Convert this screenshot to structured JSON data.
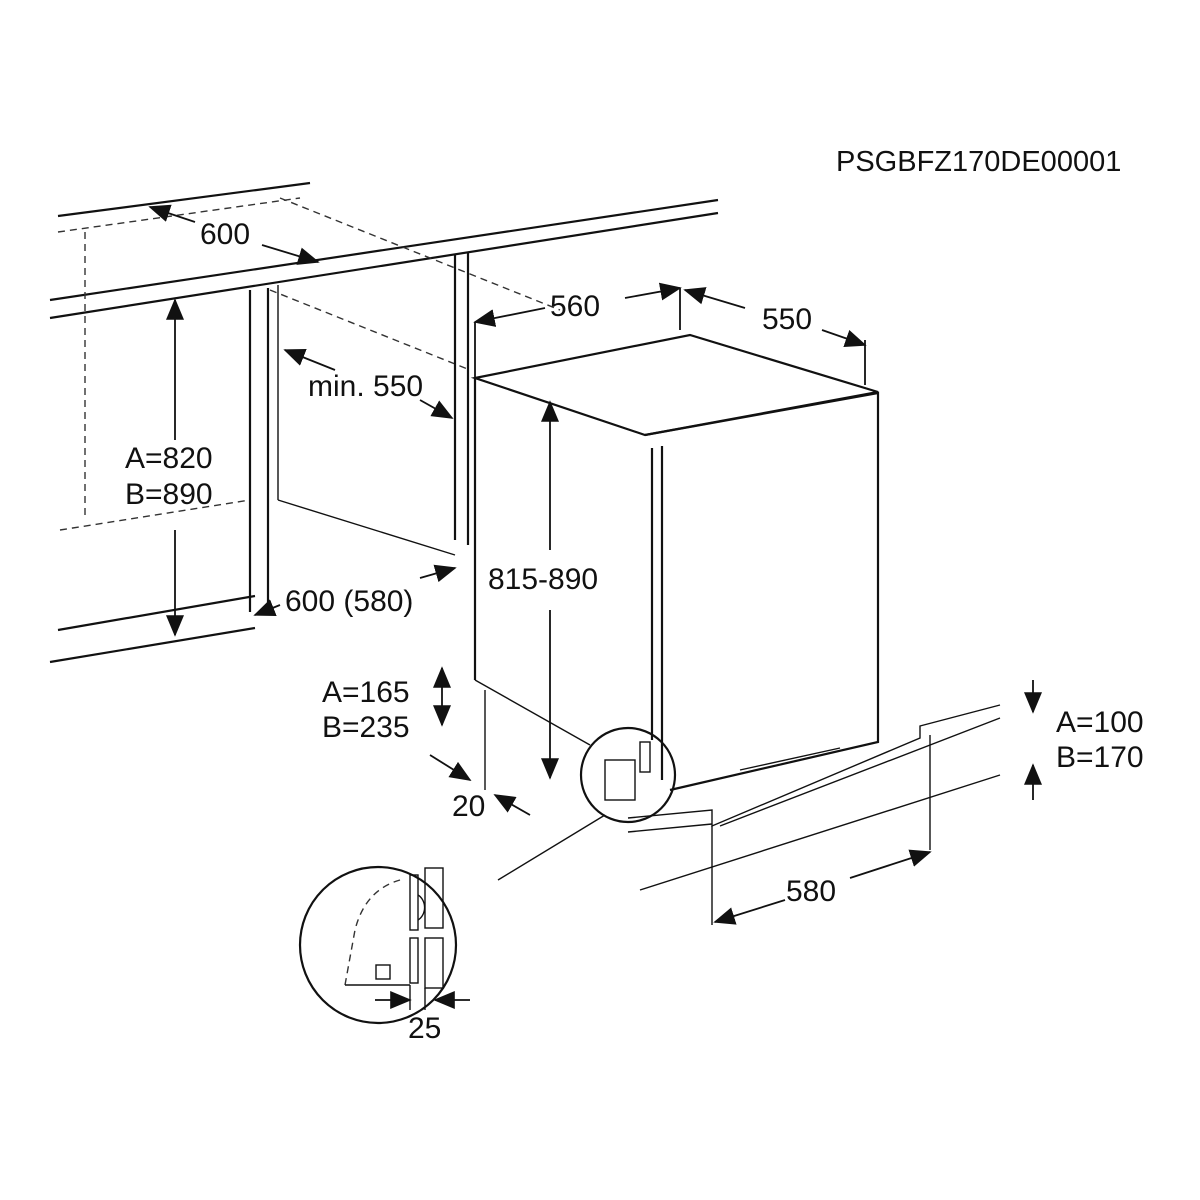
{
  "model_code": "PSGBFZ170DE00001",
  "dimensions": {
    "niche_width": "600",
    "appliance_width": "560",
    "appliance_depth": "550",
    "min_depth": "min. 550",
    "niche_height_a": "A=820",
    "niche_height_b": "B=890",
    "niche_depth": "600 (580)",
    "appliance_height": "815-890",
    "plinth_height_a": "A=165",
    "plinth_height_b": "B=235",
    "plinth_offset": "20",
    "plinth_gap_a": "A=100",
    "plinth_gap_b": "B=170",
    "plinth_width": "580",
    "hinge_gap": "25"
  }
}
